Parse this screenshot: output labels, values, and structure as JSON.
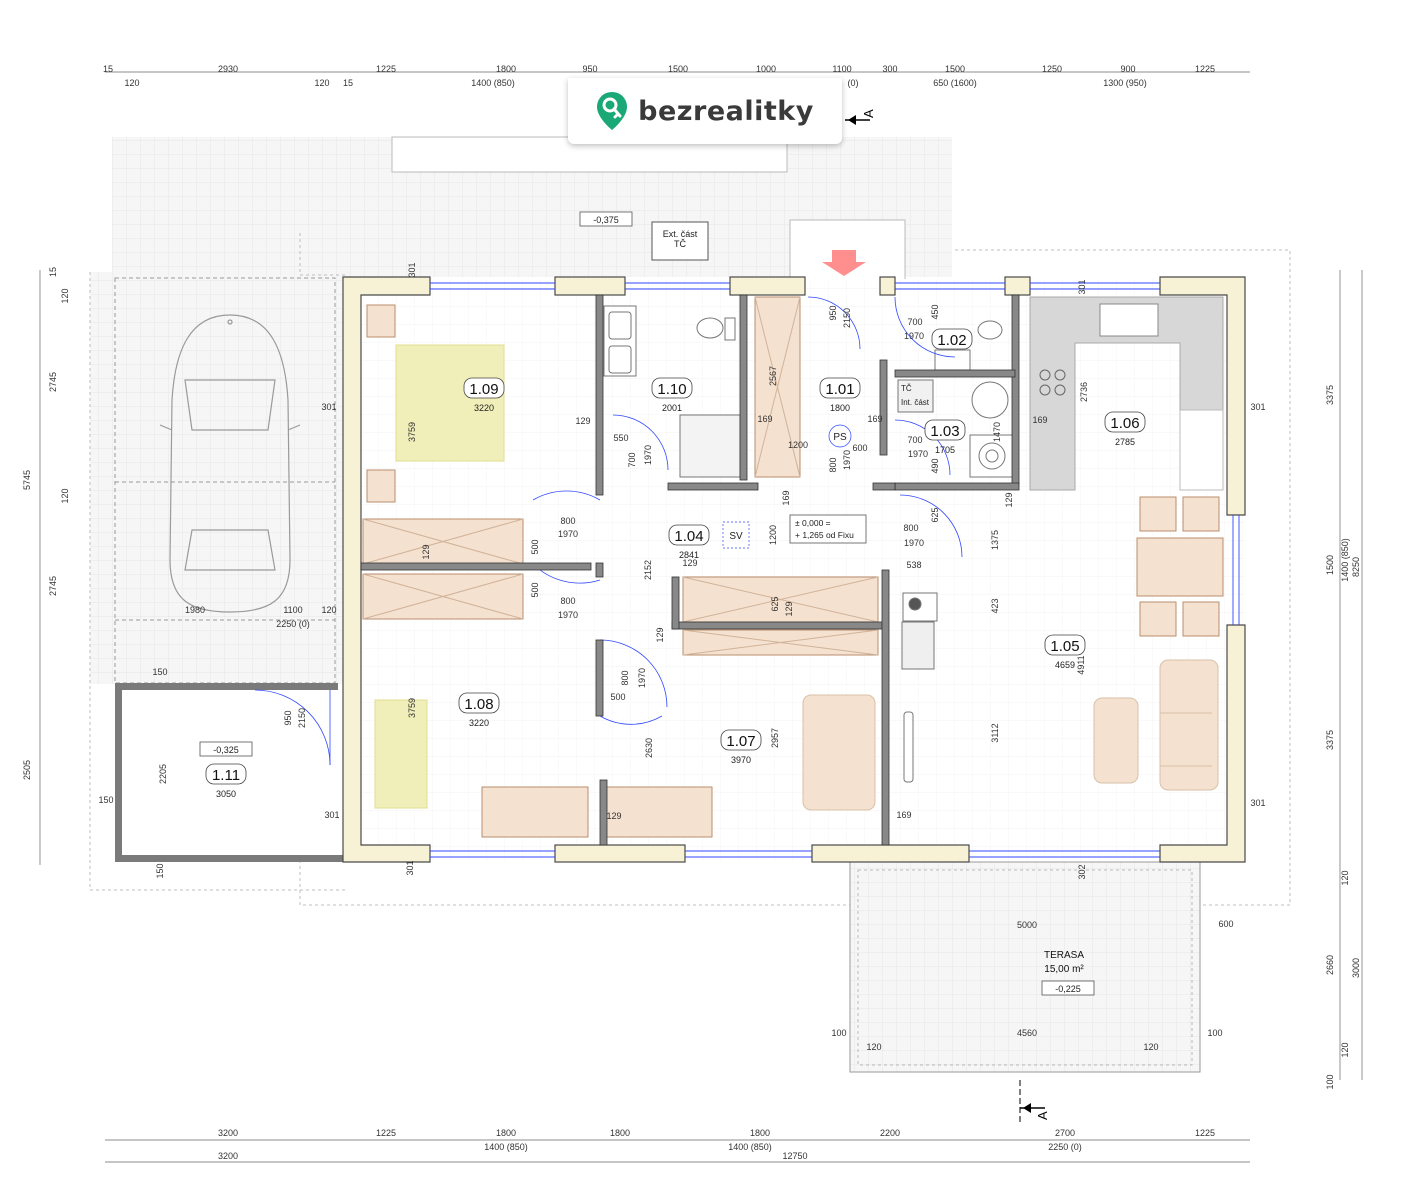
{
  "brand": {
    "name": "bezrealitky",
    "icon": "map-pin-key-icon",
    "accent": "#1aa877"
  },
  "colors": {
    "wall": "#f7f1d6",
    "wall_edge": "#4a4a4a",
    "furniture": "#f5e1cf",
    "bed_cover": "#f1efb9",
    "paving": "#f4f4f4",
    "stair_arrow": "#ff6b6b"
  },
  "rooms": [
    {
      "id": "1.09",
      "value": "3220"
    },
    {
      "id": "1.10",
      "value": "2001"
    },
    {
      "id": "1.01",
      "value": "1800"
    },
    {
      "id": "1.02",
      "value": ""
    },
    {
      "id": "1.03",
      "value": "1705"
    },
    {
      "id": "1.06",
      "value": "2785"
    },
    {
      "id": "1.04",
      "value": "2841"
    },
    {
      "id": "1.05",
      "value": "4659"
    },
    {
      "id": "1.08",
      "value": "3220"
    },
    {
      "id": "1.07",
      "value": "3970"
    },
    {
      "id": "1.11",
      "value": "3050"
    }
  ],
  "labels": {
    "ext_hp": [
      "Ext. část",
      "TČ"
    ],
    "int_hp": [
      "TČ",
      "Int. část"
    ],
    "ps": "PS",
    "sv": "SV",
    "level_note": [
      "± 0,000 =",
      "+ 1,265 od Fixu"
    ],
    "level_top": "-0,375",
    "level_garage": "-0,325",
    "level_terrace": "-0,225",
    "terrace_name": "TERASA",
    "terrace_area": "15,00 m²",
    "section_top": "A",
    "section_bottom": "A"
  },
  "dims": {
    "top_row1": [
      "15",
      "2930",
      "1225",
      "1800",
      "950",
      "1500",
      "1000",
      "1100",
      "300",
      "1500",
      "1250",
      "900",
      "1225"
    ],
    "top_row2": [
      "120",
      "120",
      "15",
      "1400 (850)",
      "(0)",
      "650 (1600)",
      "1300 (950)"
    ],
    "bottom_row1": [
      "3200",
      "1225",
      "1800",
      "1800",
      "1800",
      "2200",
      "2700",
      "1225"
    ],
    "bottom_row2": [
      "3200",
      "1400 (850)",
      "12750",
      "1400 (850)",
      "2250 (0)"
    ],
    "left": [
      "15",
      "120",
      "2745",
      "5745",
      "120",
      "2745",
      "2505"
    ],
    "right": [
      "3375",
      "1500",
      "1400 (850)",
      "8250",
      "3375",
      "120",
      "2660",
      "3000",
      "120",
      "100"
    ],
    "interior": [
      "301",
      "301",
      "301",
      "301",
      "301",
      "301",
      "301",
      "129",
      "129",
      "129",
      "129",
      "129",
      "129",
      "129",
      "169",
      "169",
      "169",
      "169",
      "169",
      "3759",
      "3759",
      "2567",
      "2736",
      "4911",
      "3112",
      "2957",
      "2630",
      "2152",
      "1375",
      "423",
      "625",
      "625",
      "538",
      "1200",
      "1200",
      "550",
      "700",
      "1970",
      "800",
      "1970",
      "500",
      "500",
      "800",
      "1970",
      "950",
      "2150",
      "700",
      "1970",
      "450",
      "700",
      "1970",
      "490",
      "1470",
      "600",
      "800",
      "1970",
      "800",
      "1970",
      "1980",
      "1100",
      "2250 (0)",
      "120",
      "150",
      "150",
      "150",
      "2205",
      "950",
      "2150",
      "302",
      "5000",
      "600",
      "100",
      "4560",
      "100",
      "120",
      "120",
      "500",
      "800",
      "1970"
    ]
  }
}
